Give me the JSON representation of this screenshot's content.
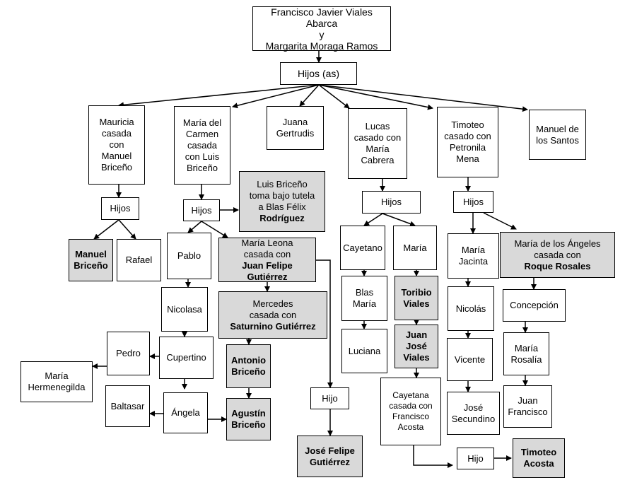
{
  "colors": {
    "highlight": "#d9d9d9",
    "line": "#000000"
  },
  "nodes": {
    "parents": {
      "lines": [
        "Francisco Javier Viales Abarca",
        "y",
        "Margarita Moraga Ramos"
      ]
    },
    "hijos_root": {
      "lines": [
        "Hijos (as)"
      ]
    },
    "mauricia": {
      "lines": [
        "Mauricia",
        "casada",
        "con",
        "Manuel",
        "Briceño"
      ]
    },
    "maria_carmen": {
      "lines": [
        "María del",
        "Carmen",
        "casada",
        "con Luis",
        "Briceño"
      ]
    },
    "juana": {
      "lines": [
        "Juana",
        "Gertrudis"
      ]
    },
    "lucas": {
      "lines": [
        "Lucas",
        "casado con",
        "María",
        "Cabrera"
      ]
    },
    "timoteo": {
      "lines": [
        "Timoteo",
        "casado con",
        "Petronila",
        "Mena"
      ]
    },
    "manuel_santos": {
      "lines": [
        "Manuel de",
        "los Santos"
      ]
    },
    "hijos_mauricia": {
      "lines": [
        "Hijos"
      ]
    },
    "hijos_carmen": {
      "lines": [
        "Hijos"
      ]
    },
    "luis_tutela": {
      "lines": [
        "Luis Briceño",
        "toma bajo tutela",
        "a Blas Félix",
        "Rodríguez"
      ],
      "bold": [
        "Blas Félix",
        "Rodríguez"
      ]
    },
    "hijos_lucas": {
      "lines": [
        "Hijos"
      ]
    },
    "hijos_timoteo": {
      "lines": [
        "Hijos"
      ]
    },
    "manuel_briceno": {
      "lines": [
        "Manuel",
        "Briceño"
      ]
    },
    "rafael": {
      "lines": [
        "Rafael"
      ]
    },
    "pablo": {
      "lines": [
        "Pablo"
      ]
    },
    "maria_leona": {
      "lines": [
        "María Leona",
        "casada con",
        "Juan Felipe Gutiérrez"
      ],
      "bold": [
        "Juan Felipe Gutiérrez"
      ]
    },
    "cayetano": {
      "lines": [
        "Cayetano"
      ]
    },
    "maria_lucas": {
      "lines": [
        "María"
      ]
    },
    "maria_jacinta": {
      "lines": [
        "María",
        "Jacinta"
      ]
    },
    "maria_angeles": {
      "lines": [
        "María de los Ángeles",
        "casada con",
        "Roque Rosales"
      ],
      "bold": [
        "Roque Rosales"
      ]
    },
    "nicolasa": {
      "lines": [
        "Nicolasa"
      ]
    },
    "mercedes": {
      "lines": [
        "Mercedes",
        "casada con",
        "Saturnino Gutiérrez"
      ],
      "bold": [
        "Saturnino Gutiérrez"
      ]
    },
    "blas_maria": {
      "lines": [
        "Blas",
        "María"
      ]
    },
    "toribio": {
      "lines": [
        "Toribio",
        "Viales"
      ]
    },
    "nicolas": {
      "lines": [
        "Nicolás"
      ]
    },
    "concepcion": {
      "lines": [
        "Concepción"
      ]
    },
    "pedro": {
      "lines": [
        "Pedro"
      ]
    },
    "cupertino": {
      "lines": [
        "Cupertino"
      ]
    },
    "antonio": {
      "lines": [
        "Antonio",
        "Briceño"
      ]
    },
    "luciana": {
      "lines": [
        "Luciana"
      ]
    },
    "juan_jose": {
      "lines": [
        "Juan",
        "José",
        "Viales"
      ]
    },
    "vicente": {
      "lines": [
        "Vicente"
      ]
    },
    "maria_rosalia": {
      "lines": [
        "María",
        "Rosalía"
      ]
    },
    "maria_hermenegilda": {
      "lines": [
        "María",
        "Hermenegilda"
      ]
    },
    "baltasar": {
      "lines": [
        "Baltasar"
      ]
    },
    "angela": {
      "lines": [
        "Ángela"
      ]
    },
    "agustin": {
      "lines": [
        "Agustín",
        "Briceño"
      ]
    },
    "hijo_leona": {
      "lines": [
        "Hijo"
      ]
    },
    "cayetana": {
      "lines": [
        "Cayetana",
        "casada con",
        "Francisco",
        "Acosta"
      ]
    },
    "jose_secundino": {
      "lines": [
        "José",
        "Secundino"
      ]
    },
    "juan_francisco": {
      "lines": [
        "Juan",
        "Francisco"
      ]
    },
    "jose_felipe": {
      "lines": [
        "José Felipe",
        "Gutiérrez"
      ]
    },
    "hijo_cayetana": {
      "lines": [
        "Hijo"
      ]
    },
    "timoteo_acosta": {
      "lines": [
        "Timoteo",
        "Acosta"
      ]
    }
  }
}
